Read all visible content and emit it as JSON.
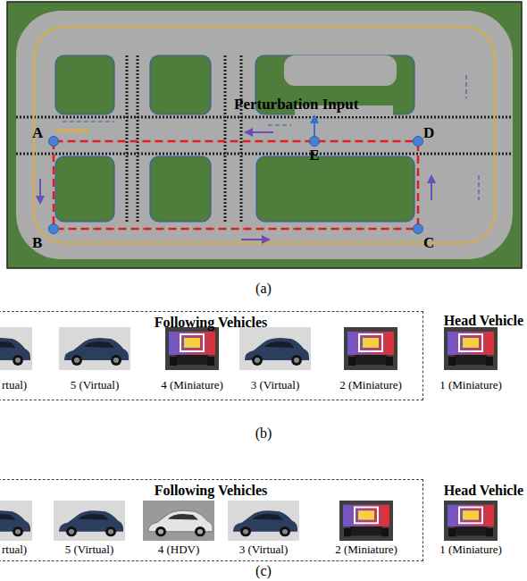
{
  "diagram": {
    "nodes": [
      {
        "text": [
          "Following Vehicles"
        ]
      },
      {
        "text": [
          "Following Vehicles"
        ]
      }
    ],
    "labels": [
      "A",
      "B",
      "C",
      "D",
      "E",
      "Perturbation Input",
      "(a)",
      "Head Vehicle",
      "rtual)",
      "5 (Virtual)",
      "4 (Miniature)",
      "3 (Virtual)",
      "2 (Miniature)",
      "1 (Miniature)",
      "(b)",
      "Head Vehicle",
      "rtual)",
      "5 (Virtual)",
      "4 (HDV)",
      "3 (Virtual)",
      "2 (Miniature)",
      "1 (Miniature)",
      "(c)"
    ]
  }
}
